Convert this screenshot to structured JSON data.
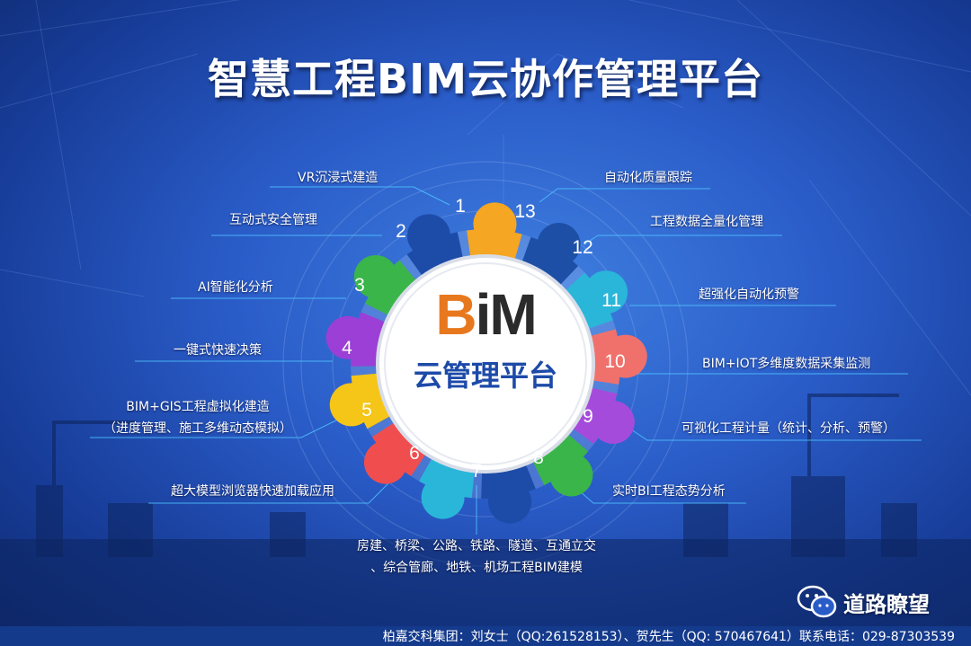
{
  "title": "智慧工程BIM云协作管理平台",
  "hub": {
    "logo_b": "B",
    "logo_rest": "iM",
    "subtitle": "云管理平台"
  },
  "modules": [
    {
      "num": "1",
      "label": "VR沉浸式建造",
      "color": "#f5a623"
    },
    {
      "num": "2",
      "label": "互动式安全管理",
      "color": "#1e4fa6"
    },
    {
      "num": "3",
      "label": "AI智能化分析",
      "color": "#2ab6d9"
    },
    {
      "num": "4",
      "label": "一键式快速决策",
      "color": "#f0716b"
    },
    {
      "num": "5",
      "label_line1": "BIM+GIS工程虚拟化建造",
      "label_line2": "（进度管理、施工多维动态模拟）",
      "color": "#a54bdb"
    },
    {
      "num": "6",
      "label": "超大模型浏览器快速加载应用",
      "color": "#3ab54a"
    },
    {
      "num": "7",
      "label_line1": "房建、桥梁、公路、铁路、隧道、互通立交",
      "label_line2": "、综合管廊、地铁、机场工程BIM建模",
      "color": "#1d4ca8"
    },
    {
      "num": "8",
      "label": "实时BI工程态势分析",
      "color": "#2ab6d9"
    },
    {
      "num": "9",
      "label": "可视化工程计量（统计、分析、预警）",
      "color": "#f04e4e"
    },
    {
      "num": "10",
      "label": "BIM+IOT多维度数据采集监测",
      "color": "#f5c518"
    },
    {
      "num": "11",
      "label": "超强化自动化预警",
      "color": "#9b3fd6"
    },
    {
      "num": "12",
      "label": "工程数据全量化管理",
      "color": "#3ab54a"
    },
    {
      "num": "13",
      "label": "自动化质量跟踪",
      "color": "#1d4ca8"
    }
  ],
  "brand": {
    "name": "道路瞭望",
    "icon": "wechat-icon"
  },
  "footer": {
    "text": "柏嘉交科集团：刘女士（QQ:261528153）、贺先生（QQ: 570467641）联系电话：029-87303539"
  }
}
